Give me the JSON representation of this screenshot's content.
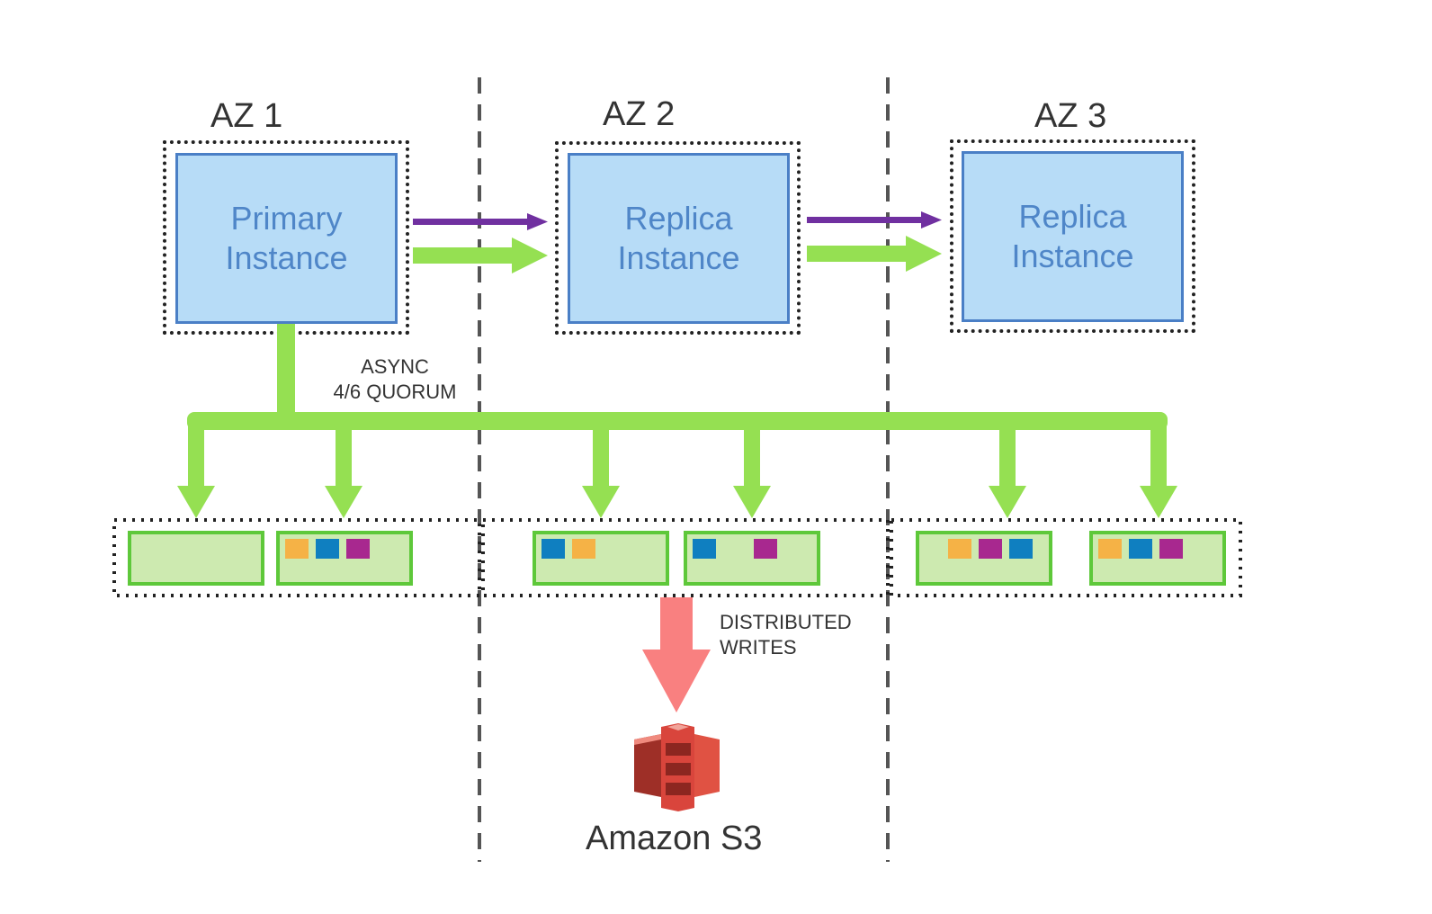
{
  "zones": [
    {
      "title": "AZ 1",
      "instance": {
        "line1": "Primary",
        "line2": "Instance"
      }
    },
    {
      "title": "AZ 2",
      "instance": {
        "line1": "Replica",
        "line2": "Instance"
      }
    },
    {
      "title": "AZ 3",
      "instance": {
        "line1": "Replica",
        "line2": "Instance"
      }
    }
  ],
  "async_label": "ASYNC\n4/6 QUORUM",
  "distributed_label": "DISTRIBUTED\nWRITES",
  "s3_label": "Amazon S3",
  "colors": {
    "instance_fill": "#b7dcf7",
    "instance_border": "#4a7fc6",
    "instance_text": "#4f86c8",
    "green_arrow": "#95e052",
    "purple_arrow": "#7030a0",
    "red_arrow": "#f98080",
    "storage_fill": "#cdeab0",
    "storage_border": "#5ec83a",
    "block_orange": "#f5b246",
    "block_blue": "#0f7fc0",
    "block_magenta": "#a8288f",
    "s3_red": "#d9453c"
  },
  "storage_nodes": [
    {
      "blocks": []
    },
    {
      "blocks": [
        "orange",
        "blue",
        "magenta"
      ]
    },
    {
      "blocks": [
        "blue",
        "orange"
      ]
    },
    {
      "blocks": [
        "blue",
        "",
        "magenta"
      ]
    },
    {
      "blocks": [
        "orange",
        "magenta",
        "blue"
      ]
    },
    {
      "blocks": [
        "orange",
        "blue",
        "magenta"
      ]
    }
  ]
}
